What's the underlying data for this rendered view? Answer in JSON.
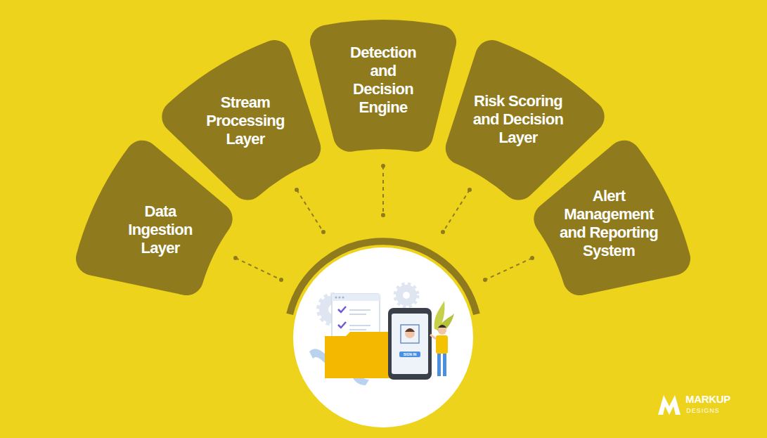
{
  "diagram": {
    "nodes": [
      {
        "text": [
          "Data Ingestion Layer"
        ]
      },
      {
        "text": [
          "Stream Processing Layer"
        ]
      },
      {
        "text": [
          "Detection and Decision Engine"
        ]
      },
      {
        "text": [
          "Risk Scoring and Decision Layer"
        ]
      },
      {
        "text": [
          "Alert Management and Reporting System"
        ]
      }
    ],
    "labels": [
      "SIGN IN",
      "MARKUP",
      "DESIGNS"
    ]
  }
}
